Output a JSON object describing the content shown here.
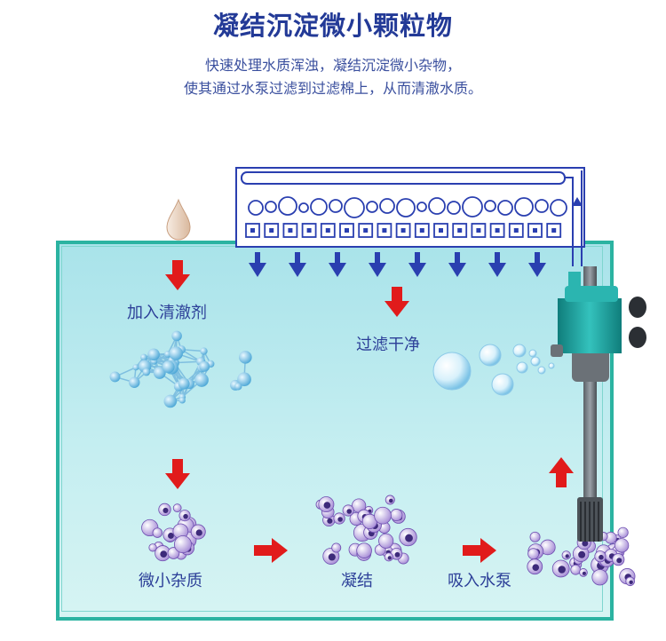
{
  "title": "凝结沉淀微小颗粒物",
  "subtitle": {
    "line1": "快速处理水质浑浊，凝结沉淀微小杂物，",
    "line2": "使其通过水泵过滤到过滤棉上，从而清澈水质。"
  },
  "labels": {
    "add_clarifier": "加入清澈剂",
    "filter_clean": "过滤干净",
    "small_impurities": "微小杂质",
    "coagulate": "凝结",
    "pump_intake": "吸入水泵"
  },
  "colors": {
    "title": "#233a97",
    "text": "#2c3f98",
    "tank_border": "#2bb3a1",
    "arrow_red": "#e11b1b",
    "arrow_blue": "#2a3fb0",
    "pump": "#1fa5a0"
  },
  "icons": [
    "water-drop-icon",
    "molecule-icon",
    "bubble-icon",
    "particle-cluster-icon",
    "water-pump-icon",
    "filter-box-icon"
  ]
}
